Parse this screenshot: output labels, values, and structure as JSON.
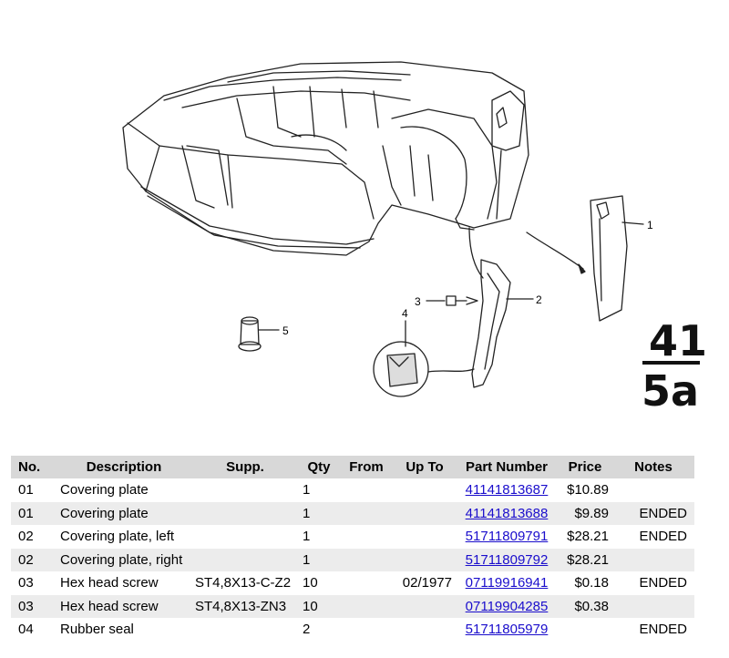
{
  "diagram": {
    "callouts": [
      "1",
      "2",
      "3",
      "4",
      "5"
    ],
    "stamp": {
      "top": "41",
      "bottom": "5a"
    }
  },
  "table": {
    "headers": {
      "no": "No.",
      "description": "Description",
      "supp": "Supp.",
      "qty": "Qty",
      "from": "From",
      "up_to": "Up To",
      "part_number": "Part Number",
      "price": "Price",
      "notes": "Notes"
    },
    "rows": [
      {
        "no": "01",
        "description": "Covering plate",
        "supp": "",
        "qty": "1",
        "from": "",
        "up_to": "",
        "part_number": "41141813687",
        "price": "$10.89",
        "notes": ""
      },
      {
        "no": "01",
        "description": "Covering plate",
        "supp": "",
        "qty": "1",
        "from": "",
        "up_to": "",
        "part_number": "41141813688",
        "price": "$9.89",
        "notes": "ENDED"
      },
      {
        "no": "02",
        "description": "Covering plate, left",
        "supp": "",
        "qty": "1",
        "from": "",
        "up_to": "",
        "part_number": "51711809791",
        "price": "$28.21",
        "notes": "ENDED"
      },
      {
        "no": "02",
        "description": "Covering plate, right",
        "supp": "",
        "qty": "1",
        "from": "",
        "up_to": "",
        "part_number": "51711809792",
        "price": "$28.21",
        "notes": ""
      },
      {
        "no": "03",
        "description": "Hex head screw",
        "supp": "ST4,8X13-C-Z2",
        "qty": "10",
        "from": "",
        "up_to": "02/1977",
        "part_number": "07119916941",
        "price": "$0.18",
        "notes": "ENDED"
      },
      {
        "no": "03",
        "description": "Hex head screw",
        "supp": "ST4,8X13-ZN3",
        "qty": "10",
        "from": "",
        "up_to": "",
        "part_number": "07119904285",
        "price": "$0.38",
        "notes": ""
      },
      {
        "no": "04",
        "description": "Rubber seal",
        "supp": "",
        "qty": "2",
        "from": "",
        "up_to": "",
        "part_number": "51711805979",
        "price": "",
        "notes": "ENDED"
      }
    ]
  }
}
